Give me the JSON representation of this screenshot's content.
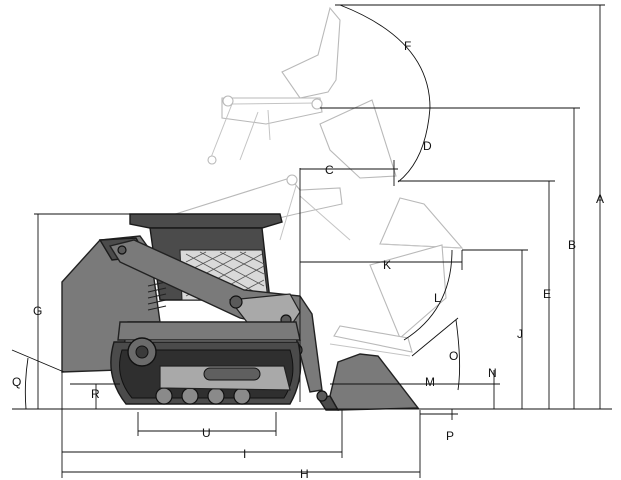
{
  "diagram": {
    "labels": {
      "A": "A",
      "B": "B",
      "C": "C",
      "D": "D",
      "E": "E",
      "F": "F",
      "G": "G",
      "H": "H",
      "I": "I",
      "J": "J",
      "K": "K",
      "L": "L",
      "M": "M",
      "N": "N",
      "O": "O",
      "P": "P",
      "Q": "Q",
      "R": "R",
      "U": "U"
    },
    "colors": {
      "body": "#7a7a7a",
      "dark": "#4b4b4b",
      "ghost": "#b9b9b9",
      "line": "#111111"
    }
  }
}
